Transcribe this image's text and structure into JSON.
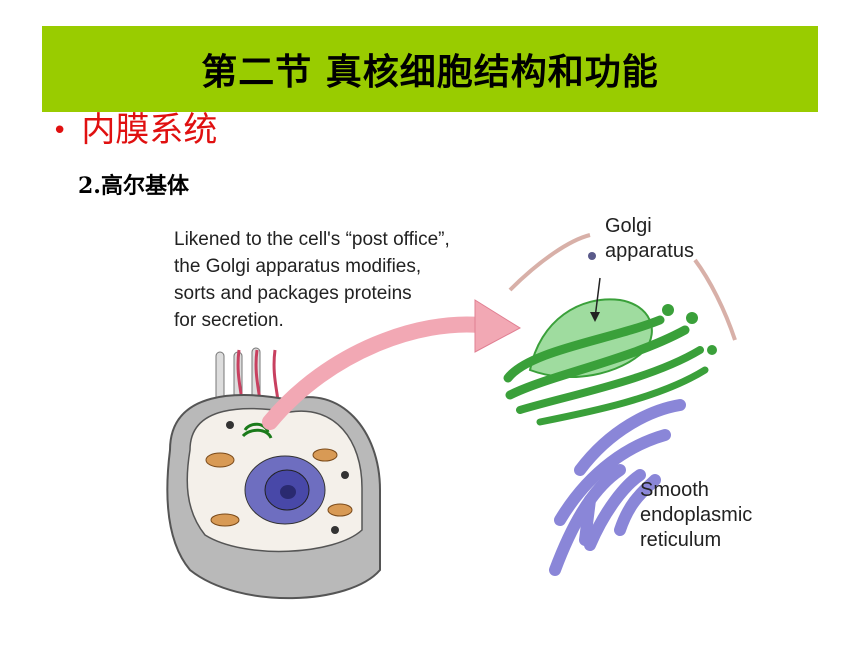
{
  "slide": {
    "title": "第二节 真核细胞结构和功能",
    "bullet": "内膜系统",
    "subheading": "2.高尔基体"
  },
  "figure": {
    "caption_lines": [
      "Likened to the cell's “post office”,",
      "the Golgi apparatus modifies,",
      "sorts and packages  proteins",
      "for secretion."
    ],
    "golgi_label_lines": [
      "Golgi",
      "apparatus"
    ],
    "ser_label_lines": [
      "Smooth",
      "endoplasmic",
      "reticulum"
    ]
  },
  "colors": {
    "title_bar": "#99cc00",
    "bullet_text": "#e01010",
    "golgi_green": "#3aa03a",
    "er_purple": "#8a86d8",
    "arrow_pink": "#f2a8b4"
  }
}
